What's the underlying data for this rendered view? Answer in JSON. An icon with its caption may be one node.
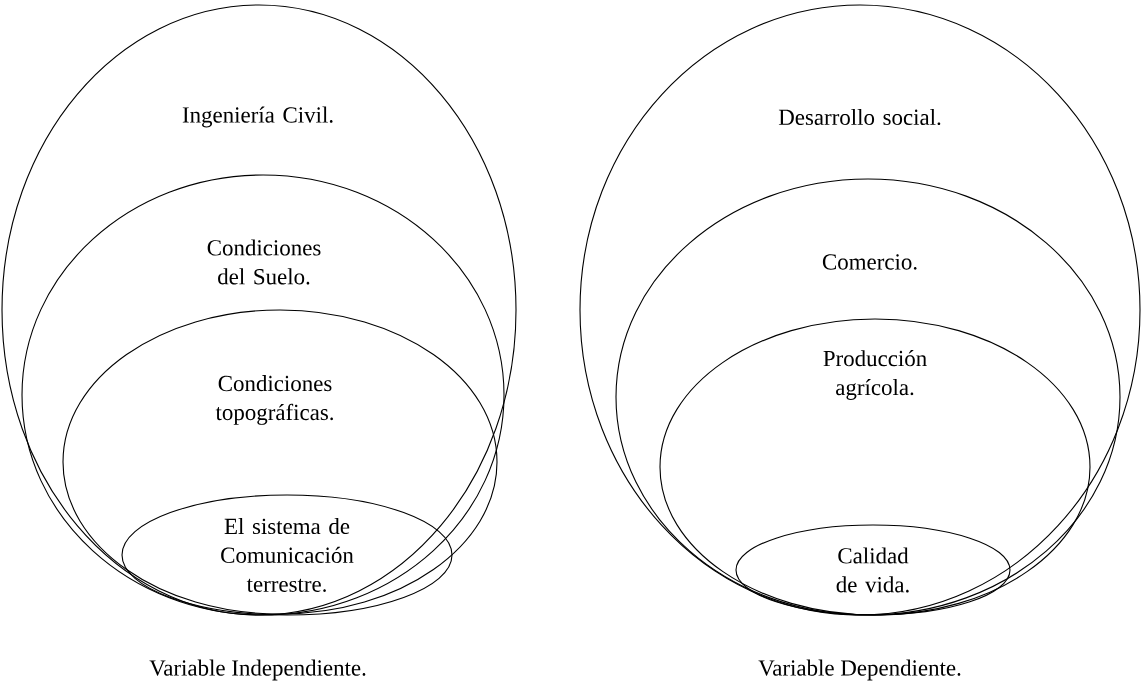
{
  "diagram": {
    "nodes": [
      {
        "text": [
          "Ingeniería Civil."
        ]
      },
      {
        "text": [
          "Condiciones del Suelo."
        ],
        "in": 0
      },
      {
        "text": [
          "Condiciones topográficas."
        ],
        "in": 1
      },
      {
        "text": [
          "El sistema de Comunicación terrestre."
        ],
        "in": 2
      },
      {
        "text": [
          "Desarrollo social."
        ]
      },
      {
        "text": [
          "Comercio."
        ],
        "in": 4
      },
      {
        "text": [
          "Producción agrícola."
        ],
        "in": 5
      },
      {
        "text": [
          "Calidad de vida."
        ],
        "in": 6
      }
    ],
    "labels": [
      "Variable Independiente.",
      "Variable Dependiente."
    ]
  }
}
